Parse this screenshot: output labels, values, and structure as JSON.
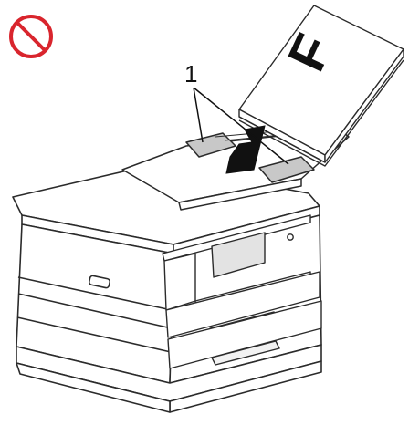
{
  "diagram": {
    "callout_label": "1",
    "document_letter": "F",
    "prohibited_symbol": "no-sign-icon",
    "insert_arrow": "insert-direction-arrow"
  },
  "colors": {
    "prohibited_red": "#d9252d",
    "outline": "#2b2b2b",
    "guide_gray": "#c8c8c8",
    "screen_gray": "#e3e3e3",
    "arrow_black": "#111111"
  }
}
